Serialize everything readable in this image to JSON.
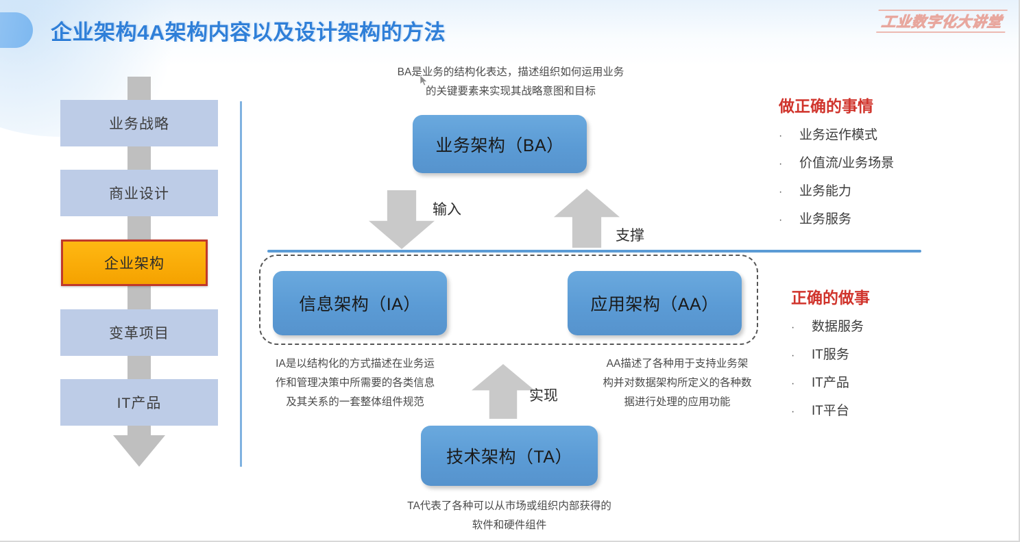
{
  "header": {
    "title": "企业架构4A架构内容以及设计架构的方法",
    "brand_logo": "工业数字化大讲堂"
  },
  "colors": {
    "title_blue": "#2f7fd8",
    "box_blue": "#5b9bd5",
    "sidebar_blue": "#bdcce7",
    "highlight_orange": "#f5a200",
    "highlight_border_red": "#c0392b",
    "heading_red": "#d0342c",
    "connector_gray": "#bfbfbf",
    "divider_blue": "#5b9bd5"
  },
  "sidebar": {
    "items": [
      {
        "label": "业务战略",
        "highlighted": false
      },
      {
        "label": "商业设计",
        "highlighted": false
      },
      {
        "label": "企业架构",
        "highlighted": true
      },
      {
        "label": "变革项目",
        "highlighted": false
      },
      {
        "label": "IT产品",
        "highlighted": false
      }
    ]
  },
  "diagram": {
    "ba": {
      "box_label": "业务架构（BA）",
      "description": "BA是业务的结构化表达，描述组织如何运用业务\n的关键要素来实现其战略意图和目标"
    },
    "ia": {
      "box_label": "信息架构（IA）",
      "description": "IA是以结构化的方式描述在业务运\n作和管理决策中所需要的各类信息\n及其关系的一套整体组件规范"
    },
    "aa": {
      "box_label": "应用架构（AA）",
      "description": "AA描述了各种用于支持业务架\n构并对数据架构所定义的各种数\n据进行处理的应用功能"
    },
    "ta": {
      "box_label": "技术架构（TA）",
      "description": "TA代表了各种可以从市场或组织内部获得的\n软件和硬件组件"
    },
    "arrows": {
      "input": "输入",
      "support": "支撑",
      "realize": "实现"
    }
  },
  "right_panel": {
    "block1": {
      "title": "做正确的事情",
      "bullet": "·",
      "items": [
        "业务运作模式",
        "价值流/业务场景",
        "业务能力",
        "业务服务"
      ]
    },
    "block2": {
      "title": "正确的做事",
      "bullet": "·",
      "items": [
        "数据服务",
        "IT服务",
        "IT产品",
        "IT平台"
      ]
    }
  }
}
